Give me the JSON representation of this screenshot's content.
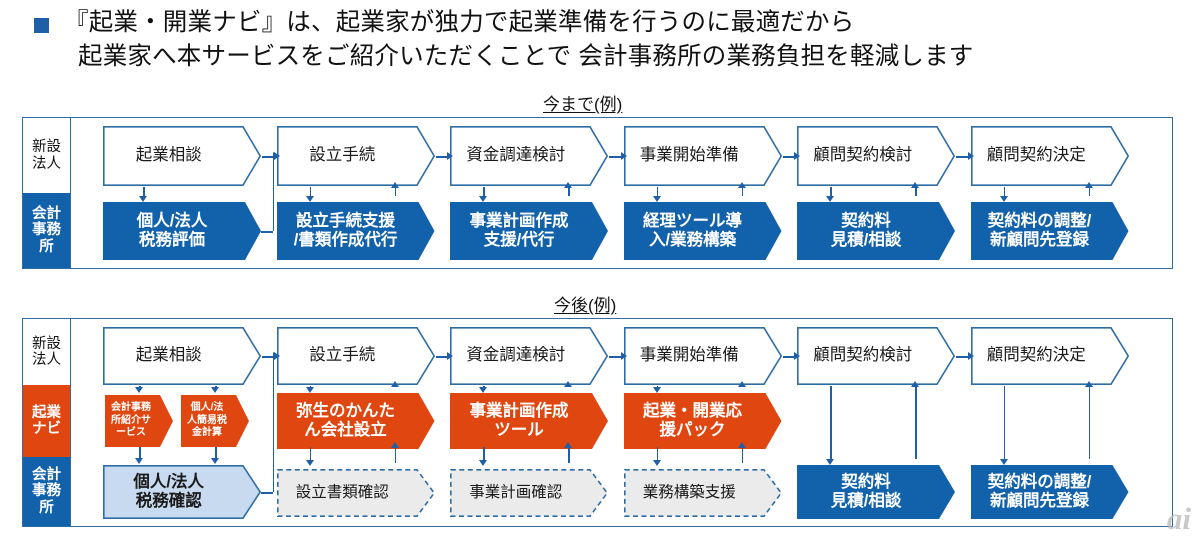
{
  "header": {
    "bullet_color": "#1f5fa8",
    "line1": "『起業・開業ナビ』は、起業家が独力で起業準備を行うのに最適だから",
    "line2": "起業家へ本サービスをご紹介いただくことで 会計事務所の業務負担を軽減します"
  },
  "colors": {
    "dark_blue": "#1161ab",
    "orange": "#e0460f",
    "light_blue": "#c7daef",
    "gray": "#ebebeb",
    "outline_blue": "#2e6da4",
    "connector_blue": "#1f5fa8"
  },
  "watermark": "ai",
  "diagram_before": {
    "title": "今まで(例)",
    "row_labels": [
      {
        "text": "新設\n法人",
        "line1": "新設",
        "line2": "法人",
        "style": "white"
      },
      {
        "text": "会計\n事務\n所",
        "line1": "会計",
        "line2": "事務",
        "line3": "所",
        "style": "blue"
      }
    ],
    "columns": [
      {
        "top": "起業相談",
        "bottom_line1": "個人/法人",
        "bottom_line2": "税務評価"
      },
      {
        "top": "設立手続",
        "bottom_line1": "設立手続支援",
        "bottom_line2": "/書類作成代行"
      },
      {
        "top": "資金調達検討",
        "bottom_line1": "事業計画作成",
        "bottom_line2": "支援/代行"
      },
      {
        "top": "事業開始準備",
        "bottom_line1": "経理ツール導",
        "bottom_line2": "入/業務構築"
      },
      {
        "top": "顧問契約検討",
        "bottom_line1": "契約料",
        "bottom_line2": "見積/相談"
      },
      {
        "top": "顧問契約決定",
        "bottom_line1": "契約料の調整/",
        "bottom_line2": "新顧問先登録"
      }
    ]
  },
  "diagram_after": {
    "title": "今後(例)",
    "row_labels": [
      {
        "line1": "新設",
        "line2": "法人",
        "style": "white"
      },
      {
        "line1": "起業",
        "line2": "ナビ",
        "style": "orange"
      },
      {
        "line1": "会計",
        "line2": "事務",
        "line3": "所",
        "style": "blue"
      }
    ],
    "columns": [
      {
        "top": "起業相談",
        "navi_small": [
          {
            "line1": "会計事務",
            "line2": "所紹介サ",
            "line3": "ービス"
          },
          {
            "line1": "個人/法",
            "line2": "人簡易税",
            "line3": "金計算"
          }
        ],
        "bottom_line1": "個人/法人",
        "bottom_line2": "税務確認",
        "bottom_style": "light-blue"
      },
      {
        "top": "設立手続",
        "navi_line1": "弥生のかんた",
        "navi_line2": "ん会社設立",
        "bottom_line1": "設立書類確認",
        "bottom_style": "gray-dashed"
      },
      {
        "top": "資金調達検討",
        "navi_line1": "事業計画作成",
        "navi_line2": "ツール",
        "bottom_line1": "事業計画確認",
        "bottom_style": "gray-dashed"
      },
      {
        "top": "事業開始準備",
        "navi_line1": "起業・開業応",
        "navi_line2": "援パック",
        "bottom_line1": "業務構築支援",
        "bottom_style": "gray-dashed"
      },
      {
        "top": "顧問契約検討",
        "bottom_line1": "契約料",
        "bottom_line2": "見積/相談",
        "bottom_style": "blue"
      },
      {
        "top": "顧問契約決定",
        "bottom_line1": "契約料の調整/",
        "bottom_line2": "新顧問先登録",
        "bottom_style": "blue"
      }
    ]
  }
}
